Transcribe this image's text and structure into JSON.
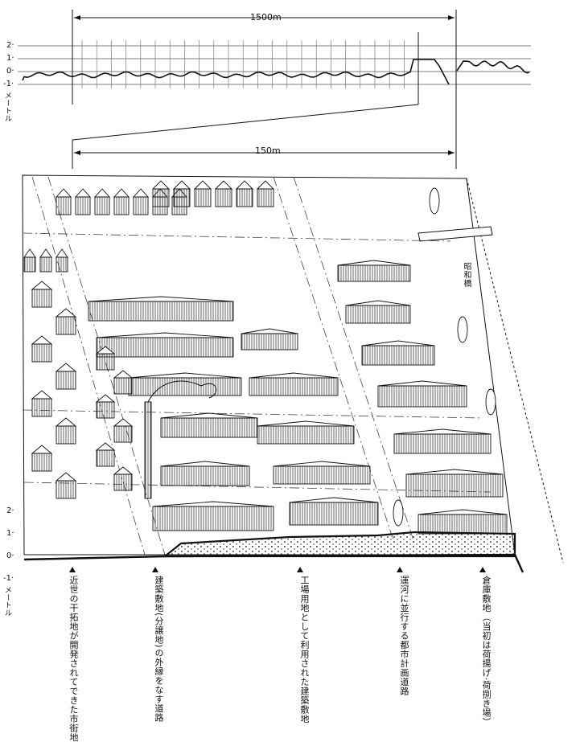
{
  "profile_top": {
    "distance_label": "1500m",
    "y_ticks": [
      "2·",
      "1·",
      "0·",
      "-1·"
    ],
    "unit_label": "メートル"
  },
  "profile_zoom": {
    "distance_label": "150m"
  },
  "profile_bottom": {
    "y_ticks": [
      "2·",
      "1·",
      "0·",
      "-1·"
    ],
    "unit_label": "メートル"
  },
  "place_labels": {
    "bridge": "昭和橋"
  },
  "callouts": [
    {
      "text": "近世の干拓地が開発されてできた市街地"
    },
    {
      "text": "建築敷地(分譲地)の外縁をなす道路"
    },
    {
      "text": "工場用地として利用された建築敷地"
    },
    {
      "text": "運河に並行する都市計画道路"
    },
    {
      "text": "倉庫敷地（当初は荷揚げ·荷捌き場）"
    }
  ],
  "colors": {
    "ink": "#111111",
    "paper": "#ffffff",
    "grid": "#666666"
  }
}
